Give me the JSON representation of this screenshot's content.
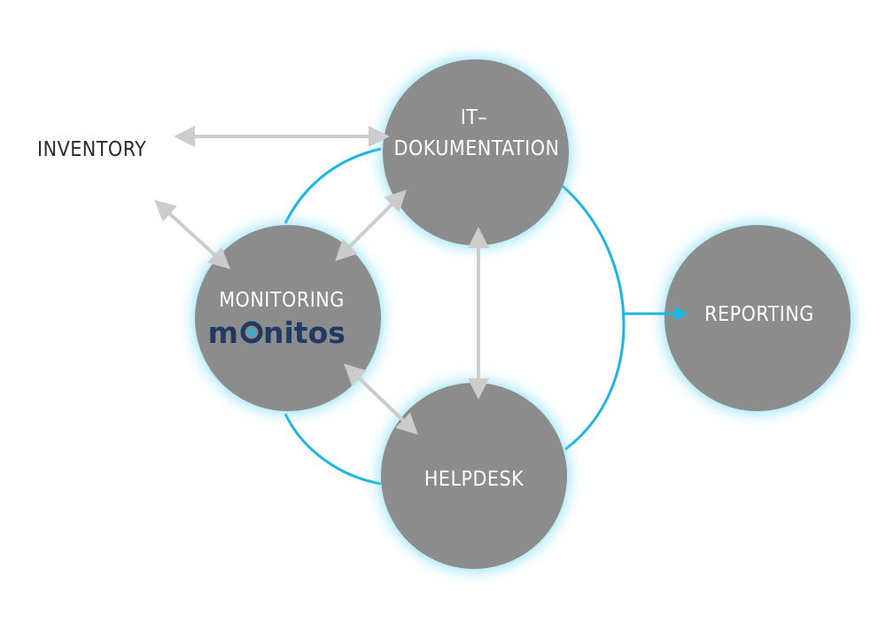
{
  "colors": {
    "node_fill": "#8c8c8c",
    "glow": "#5fd3f3",
    "cycle_line": "#1eb6e0",
    "connector": "#cccccc",
    "reporting_arrow": "#1eb6e0",
    "node_text": "#ffffff",
    "inventory_text": "#2b2b2b",
    "logo_color": "#1f3a63",
    "logo_accent": "#1eb6e0"
  },
  "nodes": {
    "it_dokumentation": {
      "line1": "IT–",
      "line2": "DOKUMENTATION"
    },
    "monitoring": {
      "label": "MONITORING",
      "logo": {
        "before": "m",
        "after": "nitos",
        "icon": "o-ring-icon"
      }
    },
    "helpdesk": {
      "label": "HELPDESK"
    },
    "reporting": {
      "label": "REPORTING"
    }
  },
  "external": {
    "inventory": {
      "label": "INVENTORY"
    }
  }
}
